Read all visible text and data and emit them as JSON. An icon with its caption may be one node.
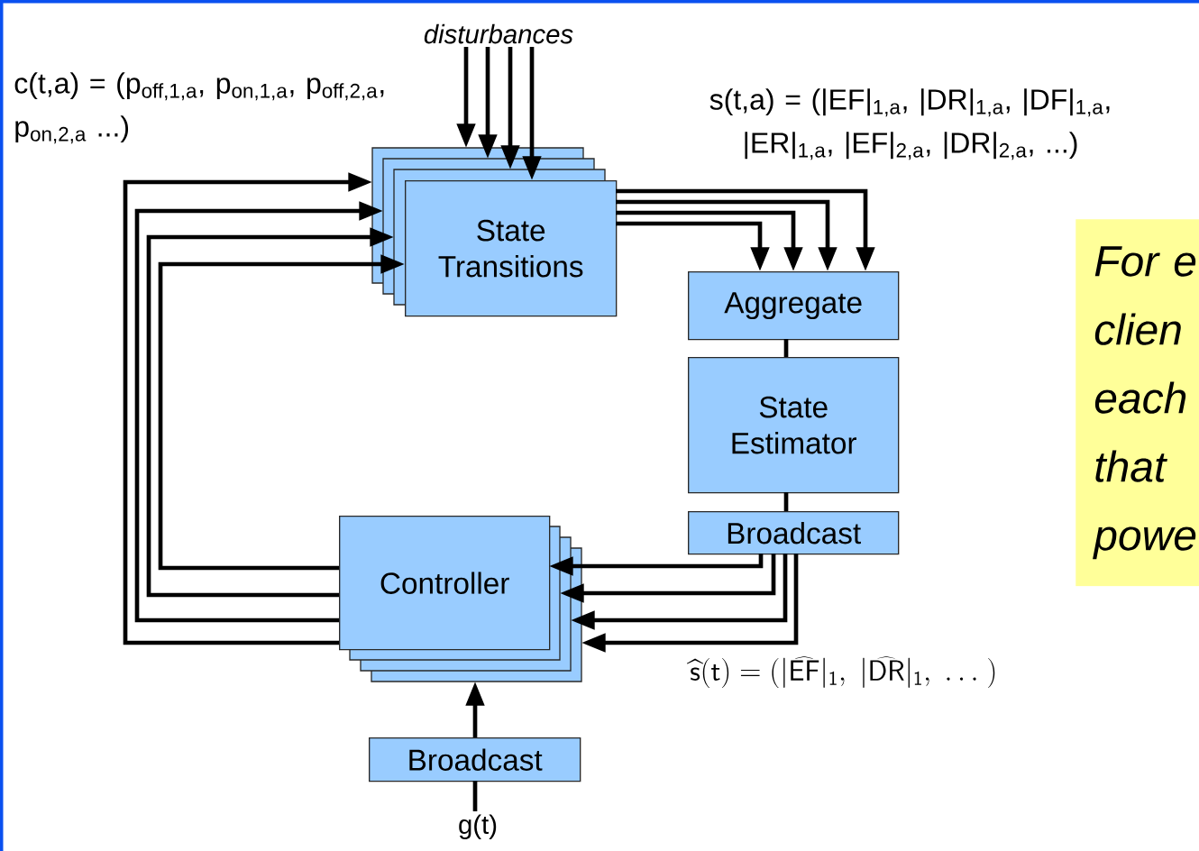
{
  "diagram": {
    "nodes": [
      {
        "text": [
          "disturbances"
        ]
      },
      {
        "text": [
          "State Transitions"
        ]
      },
      {
        "text": [
          "Aggregate"
        ]
      },
      {
        "text": [
          "State Estimator"
        ]
      },
      {
        "text": [
          "Broadcast"
        ]
      },
      {
        "text": [
          "Controller"
        ]
      },
      {
        "text": [
          "Broadcast"
        ]
      },
      {
        "text": [
          "g(t)"
        ]
      },
      {
        "text": [
          "For e clien each that powe"
        ]
      }
    ],
    "edges": [
      {
        "from": 0,
        "to": 1,
        "arrow": "to"
      },
      {
        "from": 0,
        "to": 1,
        "arrow": "to"
      },
      {
        "from": 0,
        "to": 1,
        "arrow": "to"
      },
      {
        "from": 0,
        "to": 1,
        "arrow": "to"
      },
      {
        "from": 1,
        "to": 2,
        "arrow": "to"
      },
      {
        "from": 1,
        "to": 2,
        "arrow": "to"
      },
      {
        "from": 1,
        "to": 2,
        "arrow": "to"
      },
      {
        "from": 1,
        "to": 2,
        "arrow": "to"
      },
      {
        "from": 2,
        "to": 3,
        "arrow": "none"
      },
      {
        "from": 3,
        "to": 4,
        "arrow": "none"
      },
      {
        "from": 4,
        "to": 5,
        "arrow": "to"
      },
      {
        "from": 4,
        "to": 5,
        "arrow": "to"
      },
      {
        "from": 4,
        "to": 5,
        "arrow": "to"
      },
      {
        "from": 4,
        "to": 5,
        "arrow": "to"
      },
      {
        "from": 5,
        "to": 1,
        "arrow": "to"
      },
      {
        "from": 5,
        "to": 1,
        "arrow": "to"
      },
      {
        "from": 5,
        "to": 1,
        "arrow": "to"
      },
      {
        "from": 5,
        "to": 1,
        "arrow": "to"
      },
      {
        "from": 6,
        "to": 5,
        "arrow": "to"
      },
      {
        "from": 7,
        "to": 6,
        "arrow": "none"
      }
    ],
    "labels": [
      "c(t,a) = (p$_{off,1,a}$, p$_{on,1,a}$, p$_{off,2,a}$, p$_{on,2,a}$ ...)",
      "s(t,a) = (|EF|$_{1,a}$, |DR|$_{1,a}$, |DF|$_{1,a}$, |ER|$_{1,a}$, |EF|$_{2,a}$, |DR|$_{2,a}$, ...)",
      "\\mathsf{\\hat{s}(t) = (|\\widehat{EF}|_{1},\\ |\\widehat{DR}|_{1},\\ \\ldots\\ )}"
    ]
  }
}
